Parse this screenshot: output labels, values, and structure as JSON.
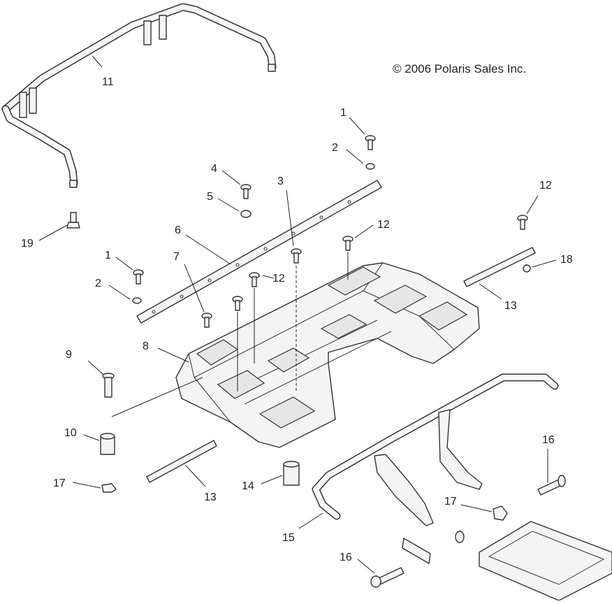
{
  "copyright": "© 2006 Polaris Sales Inc.",
  "callouts": [
    "1",
    "2",
    "3",
    "4",
    "5",
    "6",
    "7",
    "8",
    "9",
    "10",
    "11",
    "12",
    "13",
    "14",
    "15",
    "16",
    "17",
    "18",
    "19"
  ]
}
